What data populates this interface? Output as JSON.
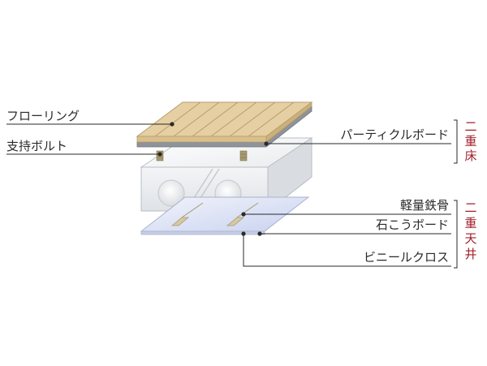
{
  "labels": {
    "flooring": "フローリング",
    "support_bolt": "支持ボルト",
    "particle_board": "パーティクルボード",
    "light_steel": "軽量鉄骨",
    "gypsum_board": "石こうボード",
    "vinyl_cloth": "ビニールクロス"
  },
  "groups": {
    "double_floor": [
      "二",
      "重",
      "床"
    ],
    "double_ceiling": [
      "二",
      "重",
      "天",
      "井"
    ]
  },
  "colors": {
    "text": "#2a2a2a",
    "group_text": "#a0202a",
    "wood": "#e6cfa2",
    "slab": "#eef0f2",
    "ceiling_board": "#d6dcf2"
  }
}
